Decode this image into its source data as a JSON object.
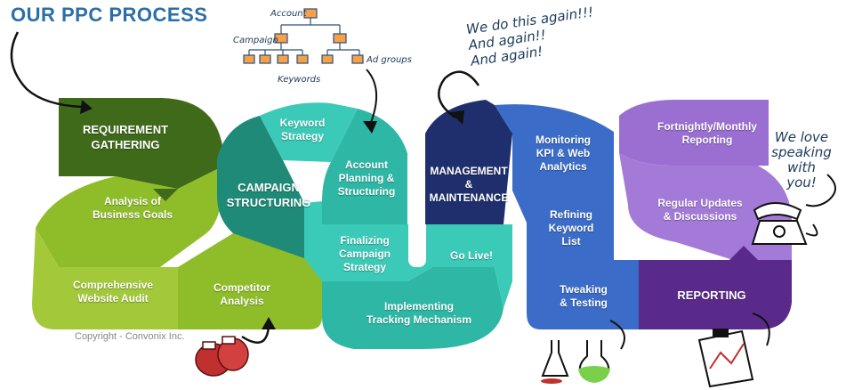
{
  "title": "OUR PPC PROCESS",
  "copyright": "Copyright - Convonix Inc.",
  "colors": {
    "green_dark": "#3f6a1a",
    "green": "#8fbd2a",
    "green_light": "#a3c93a",
    "teal_dark": "#1f8a78",
    "teal": "#2fb7a6",
    "teal_light": "#3ccab8",
    "navy": "#1f2f6d",
    "blue": "#3b6cc7",
    "purple": "#9a6fd1",
    "purple_dark": "#5a2a8a",
    "title_blue": "#2b6fa6"
  },
  "steps": [
    {
      "id": "requirement",
      "label": "REQUIREMENT\nGATHERING"
    },
    {
      "id": "goals",
      "label": "Analysis of\nBusiness Goals"
    },
    {
      "id": "audit",
      "label": "Comprehensive\nWebsite Audit"
    },
    {
      "id": "competitor",
      "label": "Competitor\nAnalysis"
    },
    {
      "id": "campaign",
      "label": "CAMPAIGN\nSTRUCTURING"
    },
    {
      "id": "keyword_strategy",
      "label": "Keyword\nStrategy"
    },
    {
      "id": "account_planning",
      "label": "Account\nPlanning &\nStructuring"
    },
    {
      "id": "finalizing",
      "label": "Finalizing\nCampaign\nStrategy"
    },
    {
      "id": "tracking",
      "label": "Implementing\nTracking Mechanism"
    },
    {
      "id": "golive",
      "label": "Go Live!"
    },
    {
      "id": "management",
      "label": "MANAGEMENT\n&\nMAINTENANCE"
    },
    {
      "id": "monitoring",
      "label": "Monitoring\nKPI & Web\nAnalytics"
    },
    {
      "id": "refining",
      "label": "Refining\nKeyword\nList"
    },
    {
      "id": "tweaking",
      "label": "Tweaking\n& Testing"
    },
    {
      "id": "fortnightly",
      "label": "Fortnightly/Monthly\nReporting"
    },
    {
      "id": "regular",
      "label": "Regular Updates\n& Discussions"
    },
    {
      "id": "reporting",
      "label": "REPORTING"
    }
  ],
  "notes": {
    "again": "We do this again!!!\nAnd again!!\nAnd again!",
    "speaking": "We love\nspeaking\nwith\nyou!",
    "account": "Account",
    "campaign": "Campaign",
    "keywords": "Keywords",
    "ad_groups": "Ad groups"
  }
}
